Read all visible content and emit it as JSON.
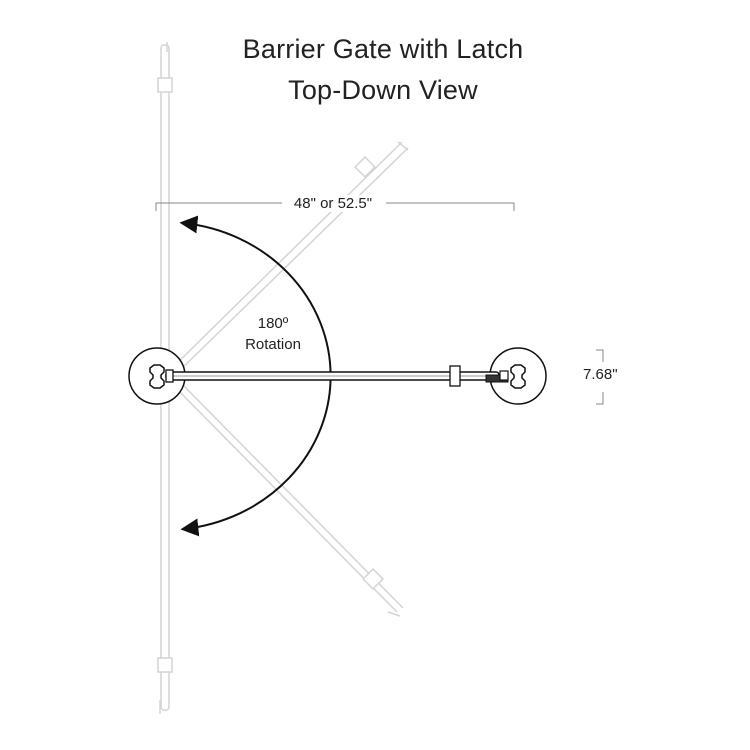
{
  "title": {
    "line1": "Barrier Gate with Latch",
    "line2": "Top-Down View"
  },
  "dimensions": {
    "width_label": "48\" or 52.5\"",
    "depth_label": "7.68\""
  },
  "rotation": {
    "degrees_label": "180º",
    "word_label": "Rotation"
  },
  "colors": {
    "ink": "#222222",
    "ghost": "#d4d4d4",
    "dimension_line": "#888888"
  }
}
